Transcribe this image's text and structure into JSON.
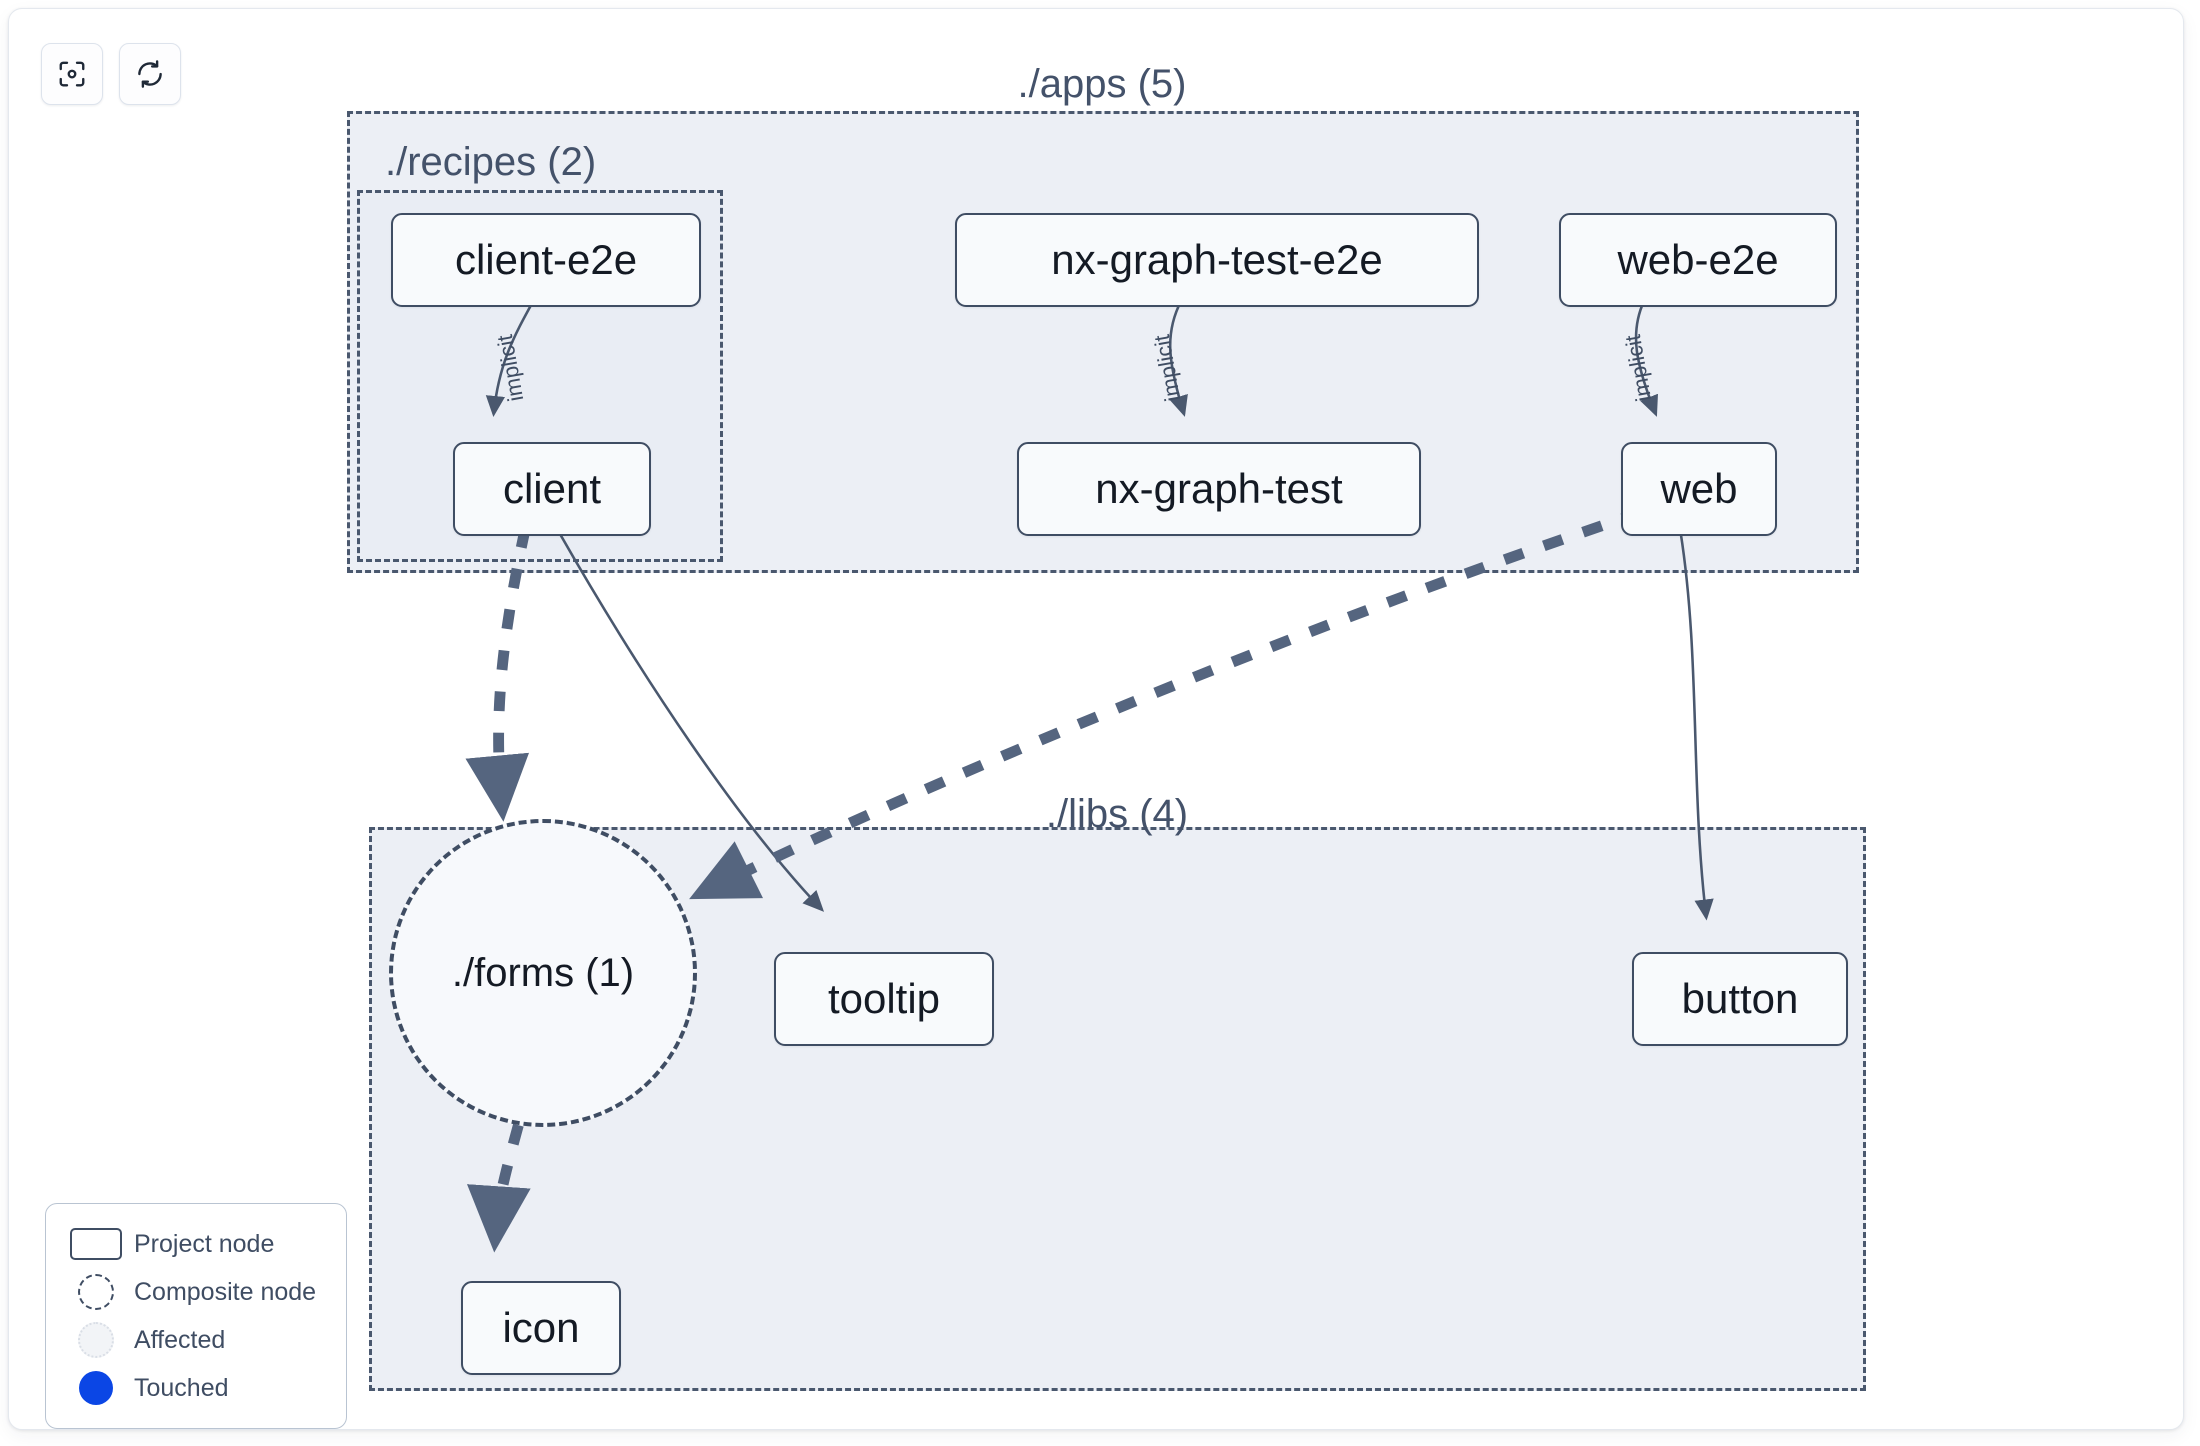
{
  "toolbar": {
    "buttons": [
      {
        "name": "focus-graph-button",
        "icon": "viewfinder-icon",
        "label": ""
      },
      {
        "name": "refresh-graph-button",
        "icon": "refresh-icon",
        "label": ""
      }
    ]
  },
  "graph": {
    "groups": [
      {
        "id": "apps",
        "label": "./apps (5)",
        "count": 5
      },
      {
        "id": "recipes",
        "label": "./recipes (2)",
        "count": 2
      },
      {
        "id": "libs",
        "label": "./libs (4)",
        "count": 4
      }
    ],
    "composites": [
      {
        "id": "forms",
        "label": "./forms (1)",
        "count": 1
      }
    ],
    "nodes": [
      {
        "id": "client-e2e",
        "label": "client-e2e",
        "group": "recipes"
      },
      {
        "id": "client",
        "label": "client",
        "group": "recipes"
      },
      {
        "id": "nx-graph-test-e2e",
        "label": "nx-graph-test-e2e",
        "group": "apps"
      },
      {
        "id": "nx-graph-test",
        "label": "nx-graph-test",
        "group": "apps"
      },
      {
        "id": "web-e2e",
        "label": "web-e2e",
        "group": "apps"
      },
      {
        "id": "web",
        "label": "web",
        "group": "apps"
      },
      {
        "id": "tooltip",
        "label": "tooltip",
        "group": "libs"
      },
      {
        "id": "button",
        "label": "button",
        "group": "libs"
      },
      {
        "id": "icon",
        "label": "icon",
        "group": "libs"
      }
    ],
    "edges": [
      {
        "from": "client-e2e",
        "to": "client",
        "label": "implicit",
        "style": "solid"
      },
      {
        "from": "nx-graph-test-e2e",
        "to": "nx-graph-test",
        "label": "implicit",
        "style": "solid"
      },
      {
        "from": "web-e2e",
        "to": "web",
        "label": "implicit",
        "style": "solid"
      },
      {
        "from": "client",
        "to": "forms",
        "label": "",
        "style": "dashed"
      },
      {
        "from": "client",
        "to": "tooltip",
        "label": "",
        "style": "solid"
      },
      {
        "from": "web",
        "to": "forms",
        "label": "",
        "style": "dashed"
      },
      {
        "from": "web",
        "to": "button",
        "label": "",
        "style": "solid"
      },
      {
        "from": "forms",
        "to": "icon",
        "label": "",
        "style": "dashed"
      }
    ]
  },
  "legend": {
    "items": [
      {
        "id": "project-node",
        "label": "Project node"
      },
      {
        "id": "composite-node",
        "label": "Composite node"
      },
      {
        "id": "affected",
        "label": "Affected"
      },
      {
        "id": "touched",
        "label": "Touched"
      }
    ]
  },
  "colors": {
    "canvas": "#ffffff",
    "group_fill": "#eceff5",
    "group_border": "#4a586e",
    "node_fill": "#f8fafc",
    "node_border": "#3f4d63",
    "node_text": "#141a24",
    "edge": "#4a586e",
    "touched": "#0b46e5"
  }
}
